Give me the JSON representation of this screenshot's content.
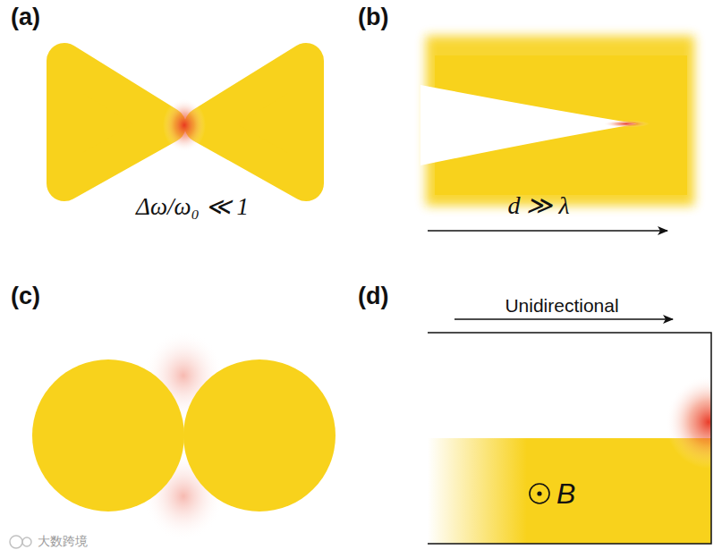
{
  "diagram": {
    "labels": [
      "(a)",
      "(b)",
      "(c)",
      "(d)",
      "Δω/ω₀ ≪ 1",
      "d ≫ λ",
      "Unidirectional",
      "B",
      "大数跨境"
    ]
  }
}
